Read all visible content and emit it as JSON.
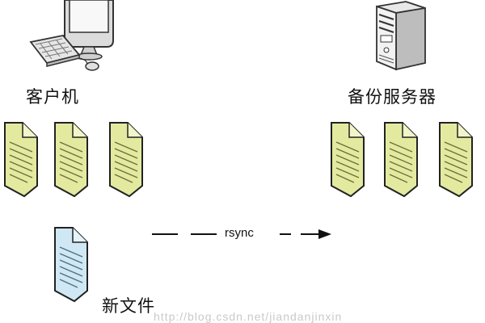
{
  "client": {
    "label": "客户机",
    "icon": "desktop-computer-icon"
  },
  "server": {
    "label": "备份服务器",
    "icon": "tower-server-icon"
  },
  "new_file": {
    "label": "新文件",
    "icon": "new-document-icon"
  },
  "arrow": {
    "label": "rsync"
  },
  "watermark": "http://blog.csdn.net/jiandanjinxin",
  "colors": {
    "document_fill": "#e3eaa0",
    "document_new_fill": "#cfe8f3",
    "document_line": "#6b6e3a",
    "outline": "#222222"
  }
}
